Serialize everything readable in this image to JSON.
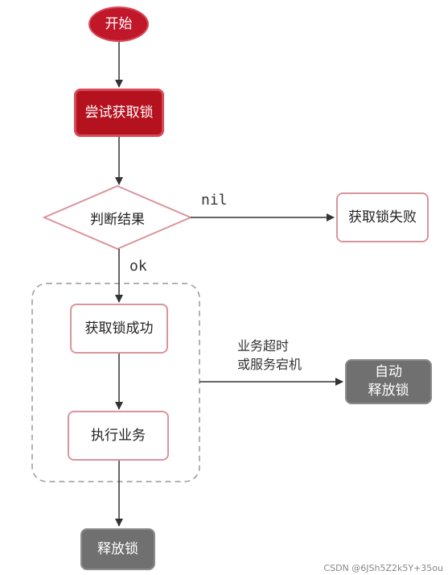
{
  "nodes": {
    "start": "开始",
    "try_lock": "尝试获取锁",
    "judge": "判断结果",
    "fail": "获取锁失败",
    "success": "获取锁成功",
    "execute": "执行业务",
    "auto_release_line1": "自动",
    "auto_release_line2": "释放锁",
    "release": "释放锁"
  },
  "edges": {
    "nil_label": "nil",
    "ok_label": "ok",
    "timeout_line1": "业务超时",
    "timeout_line2": "或服务宕机"
  },
  "watermark": "CSDN @6JSh5Z2k5Y+35ou",
  "colors": {
    "start_fill": "#c0182a",
    "try_fill": "#b5121f",
    "box_border": "#d9959c",
    "gray_fill": "#707070",
    "arrow": "#333333"
  }
}
